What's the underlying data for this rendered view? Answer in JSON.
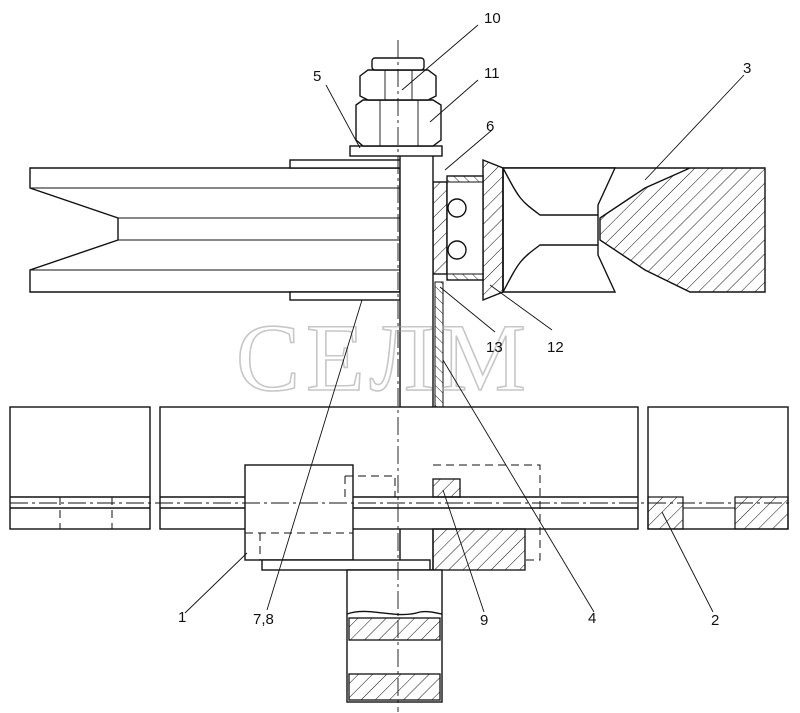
{
  "watermark": {
    "text": "СЕЛМ"
  },
  "callouts": [
    "1",
    "2",
    "3",
    "4",
    "5",
    "6",
    "7,8",
    "9",
    "10",
    "11",
    "12",
    "13"
  ]
}
